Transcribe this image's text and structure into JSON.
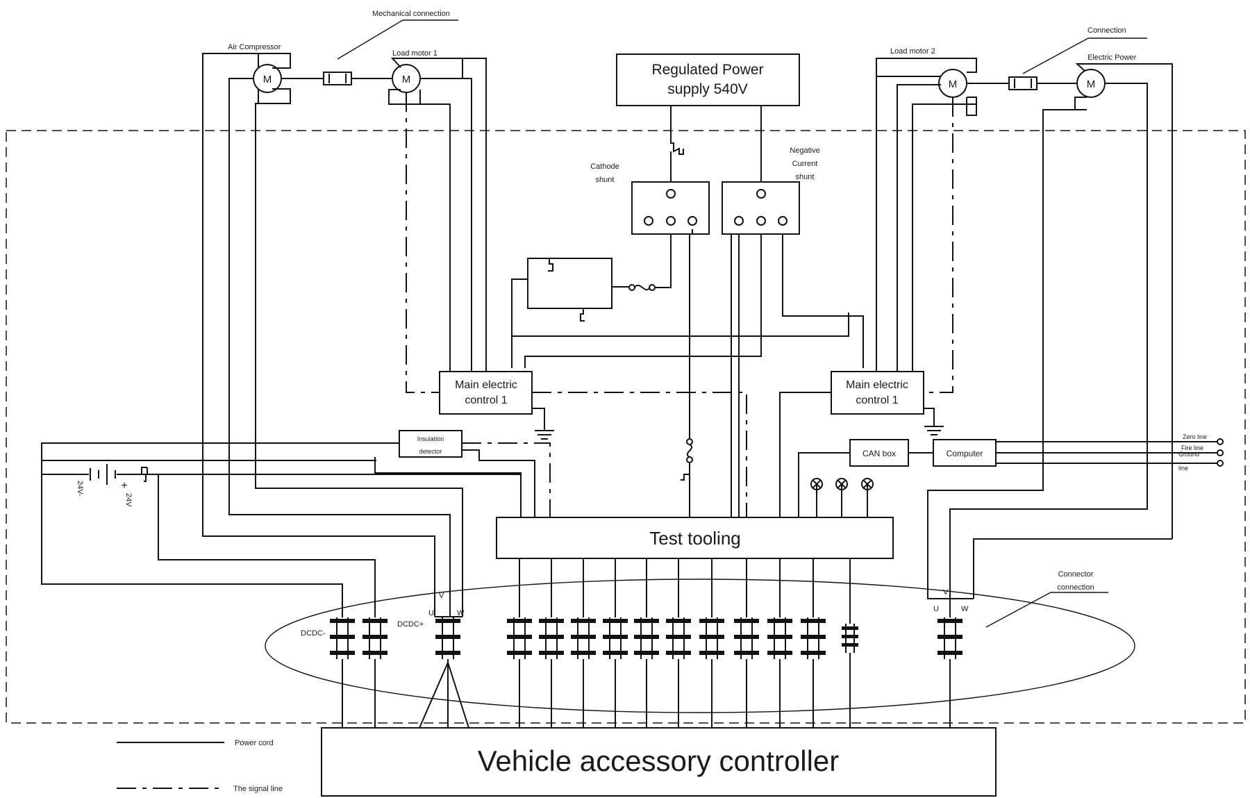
{
  "labels": {
    "mechanical_connection": "Mechanical connection",
    "air_compressor": "Air Compressor",
    "load_motor_1": "Load motor 1",
    "regulated_power_line1": "Regulated Power",
    "regulated_power_line2": "supply 540V",
    "load_motor_2": "Load motor 2",
    "connection": "Connection",
    "electric_power": "Electric Power",
    "cathode_shunt_line1": "Cathode",
    "cathode_shunt_line2": "shunt",
    "negative_shunt_line1": "Negative",
    "negative_shunt_line2": "Current",
    "negative_shunt_line3": "shunt",
    "main_control_left_line1": "Main electric",
    "main_control_left_line2": "control 1",
    "main_control_right_line1": "Main electric",
    "main_control_right_line2": "control 1",
    "insulation_line1": "Insulation",
    "insulation_line2": "detector",
    "battery_neg": "24V-",
    "battery_pos": "24V",
    "battery_plus_sign": "+",
    "can_box": "CAN box",
    "computer": "Computer",
    "zero_line": "Zero line",
    "fire_line": "Fire line",
    "ground_line_1": "Ground",
    "ground_line_2": "line",
    "test_tooling": "Test tooling",
    "connector_connection_line1": "Connector",
    "connector_connection_line2": "connection",
    "dcdc_minus": "DCDC-",
    "dcdc_plus": "DCDC+",
    "phase_u": "U",
    "phase_v": "V",
    "phase_w": "W",
    "motor_symbol": "M",
    "vehicle_accessory_controller": "Vehicle accessory controller",
    "legend_power_cord": "Power cord",
    "legend_signal_line": "The signal line"
  },
  "colors": {
    "line": "#111111",
    "background": "#ffffff"
  }
}
